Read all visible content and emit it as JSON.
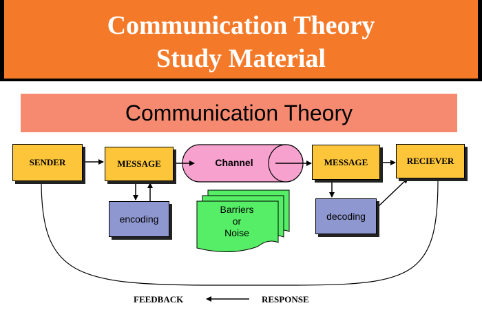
{
  "banner": {
    "title_line1": "Communication Theory",
    "title_line2": "Study Material"
  },
  "diagram": {
    "subtitle": "Communication Theory",
    "sender": "SENDER",
    "message_left": "MESSAGE",
    "channel": "Channel",
    "message_right": "MESSAGE",
    "receiver": "RECIEVER",
    "encoding": "encoding",
    "decoding": "decoding",
    "barriers_line1": "Barriers",
    "barriers_line2": "or",
    "barriers_line3": "Noise",
    "feedback": "FEEDBACK",
    "response": "RESPONSE"
  },
  "colors": {
    "banner": "#f47a2a",
    "subtitle_bar": "#f58a70",
    "node": "#fcc53a",
    "process": "#8e97cf",
    "channel": "#f7a1cf",
    "noise": "#55ee66"
  }
}
